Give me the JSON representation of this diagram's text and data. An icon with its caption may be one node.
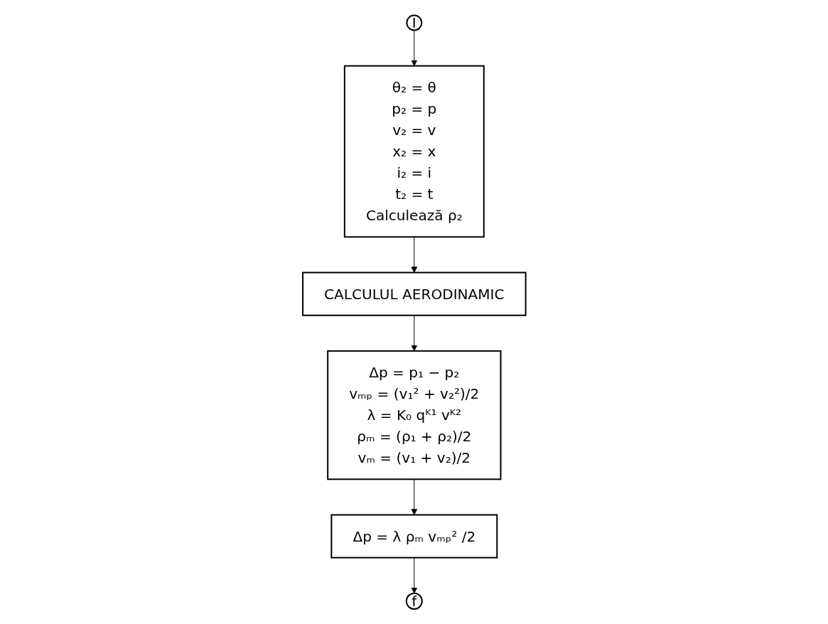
{
  "diagram": {
    "nodes": [
      {
        "text": [
          "I"
        ]
      },
      {
        "text": [
          "θ₂ = θ",
          "p₂ = p",
          "v₂ = v",
          "x₂ = x",
          "i₂ = i",
          "t₂ = t",
          "Calculează ρ₂"
        ]
      },
      {
        "text": [
          "CALCULUL AERODINAMIC"
        ]
      },
      {
        "text": [
          "Δp = p₁ − p₂",
          "vₘₚ = (v₁² + v₂²)/2",
          "λ = K₀ qᴷ¹ vᴷ²",
          "ρₘ = (ρ₁ + ρ₂)/2",
          "vₘ = (v₁ + v₂)/2"
        ]
      },
      {
        "text": [
          "Δp = λ ρₘ vₘₚ² /2"
        ]
      },
      {
        "text": [
          "f"
        ]
      }
    ],
    "edges": [
      {
        "from": 0,
        "to": 1,
        "arrow": "to"
      },
      {
        "from": 1,
        "to": 2,
        "arrow": "to"
      },
      {
        "from": 2,
        "to": 3,
        "arrow": "to"
      },
      {
        "from": 3,
        "to": 4,
        "arrow": "to"
      },
      {
        "from": 4,
        "to": 5,
        "arrow": "to"
      }
    ]
  }
}
